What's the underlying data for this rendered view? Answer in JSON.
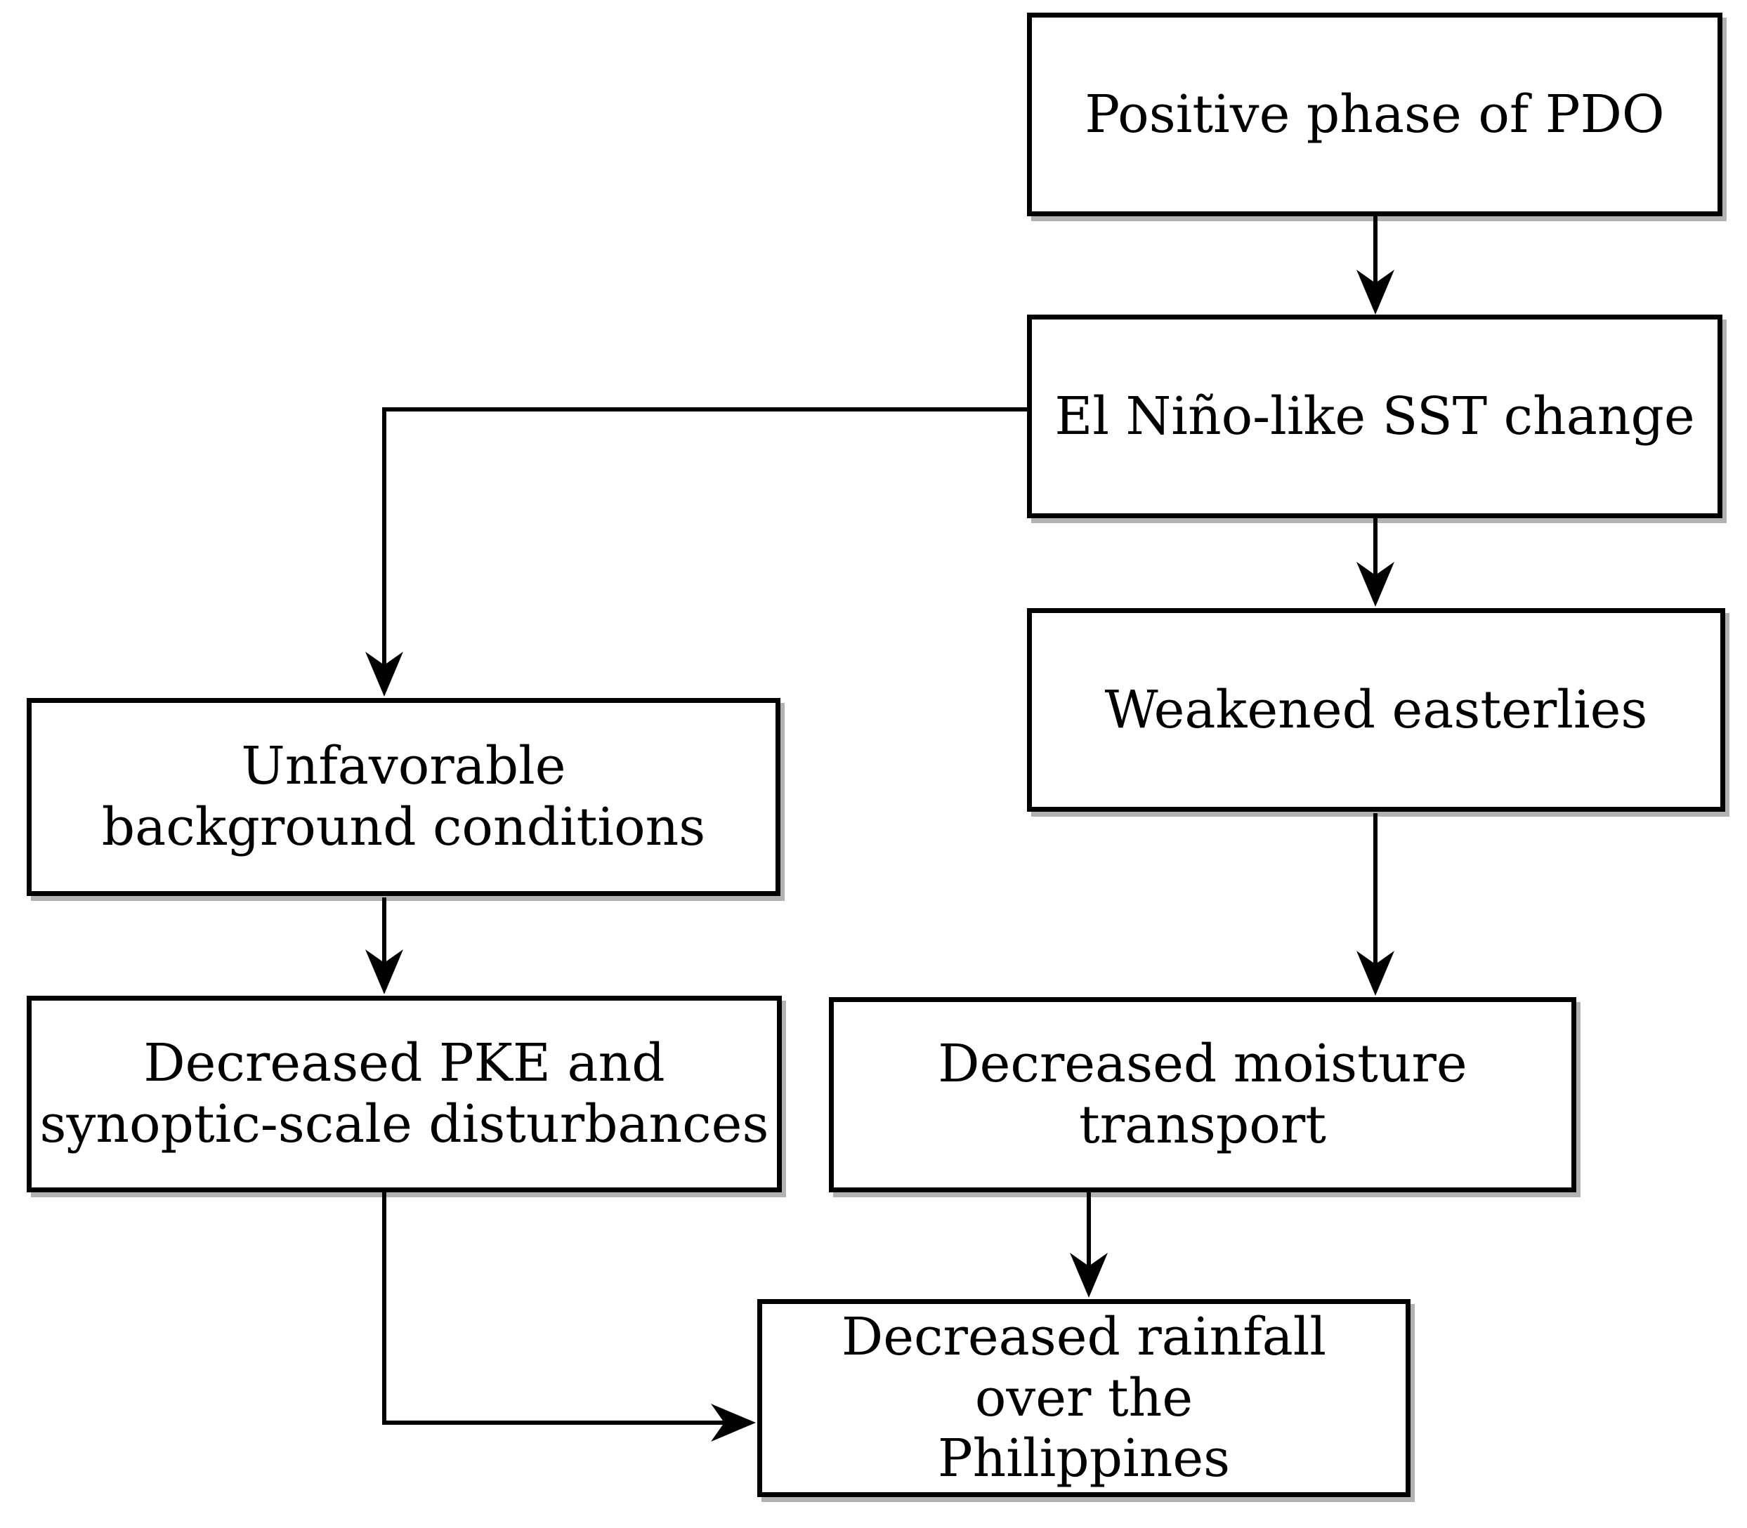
{
  "diagram": {
    "type": "flowchart",
    "background_color": "#ffffff",
    "box_border_color": "#000000",
    "text_color": "#000000",
    "arrow_color": "#000000",
    "nodes": {
      "pdo": {
        "label": "Positive phase of PDO"
      },
      "sst_change": {
        "label": "El Niño-like SST change"
      },
      "weakened_easterlies": {
        "label": "Weakened easterlies"
      },
      "unfavorable_background": {
        "label": "Unfavorable\nbackground conditions"
      },
      "decreased_pke": {
        "label": "Decreased PKE and\nsynoptic-scale disturbances"
      },
      "decreased_moisture": {
        "label": "Decreased moisture\ntransport"
      },
      "decreased_rainfall": {
        "label": "Decreased rainfall\nover the\nPhilippines"
      }
    },
    "edges": [
      {
        "from": "pdo",
        "to": "sst_change"
      },
      {
        "from": "sst_change",
        "to": "unfavorable_background"
      },
      {
        "from": "sst_change",
        "to": "weakened_easterlies"
      },
      {
        "from": "weakened_easterlies",
        "to": "decreased_moisture"
      },
      {
        "from": "unfavorable_background",
        "to": "decreased_pke"
      },
      {
        "from": "decreased_pke",
        "to": "decreased_rainfall"
      },
      {
        "from": "decreased_moisture",
        "to": "decreased_rainfall"
      }
    ]
  }
}
